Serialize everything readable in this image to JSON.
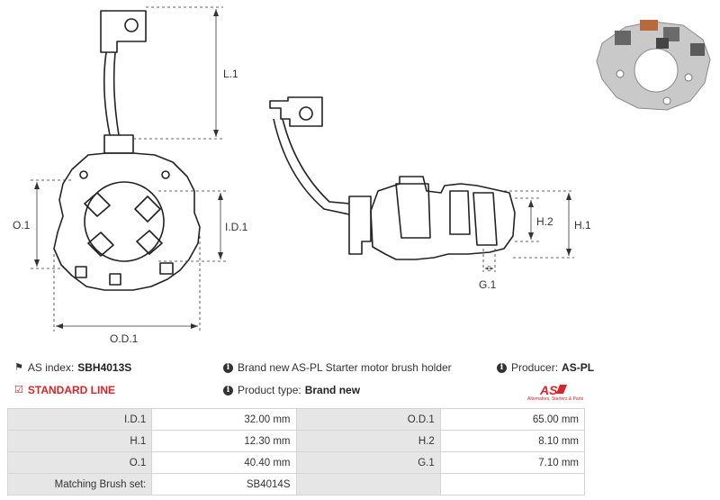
{
  "drawing": {
    "labels": {
      "l1": "L.1",
      "o1": "O.1",
      "id1": "I.D.1",
      "od1": "O.D.1",
      "h1": "H.1",
      "h2": "H.2",
      "g1": "G.1"
    }
  },
  "info": {
    "as_index_label": "AS index:",
    "as_index_value": "SBH4013S",
    "description": "Brand new AS-PL Starter motor brush holder",
    "producer_label": "Producer:",
    "producer_value": "AS-PL",
    "standard_line": "STANDARD LINE",
    "product_type_label": "Product type:",
    "product_type_value": "Brand new"
  },
  "logo": {
    "text": "AS",
    "tagline": "Alternators, Starters & Parts",
    "color": "#d9252a"
  },
  "specs": [
    [
      "I.D.1",
      "32.00 mm",
      "O.D.1",
      "65.00 mm"
    ],
    [
      "H.1",
      "12.30 mm",
      "H.2",
      "8.10 mm"
    ],
    [
      "O.1",
      "40.40 mm",
      "G.1",
      "7.10 mm"
    ],
    [
      "Matching Brush set:",
      "SB4014S",
      "",
      ""
    ]
  ]
}
